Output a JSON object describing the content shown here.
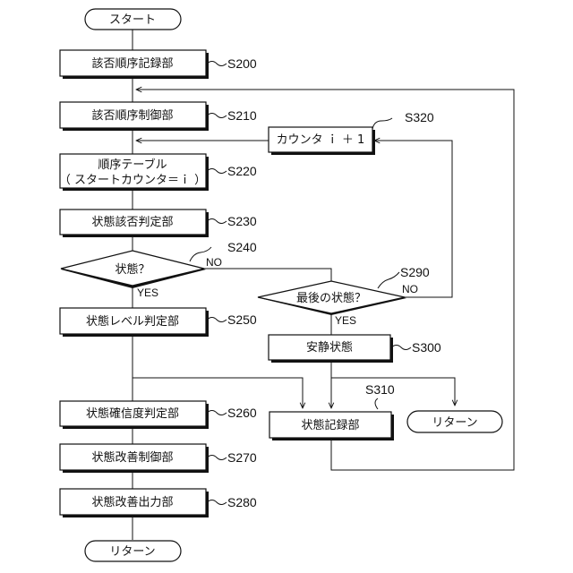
{
  "nodes": {
    "start": "スタート",
    "s200": "該否順序記録部",
    "s210": "該否順序制御部",
    "s220_line1": "順序テーブル",
    "s220_line2": "（ スタートカウンタ＝ｉ ）",
    "s230": "状態該否判定部",
    "s240": "状態？",
    "s250": "状態レベル判定部",
    "s260": "状態確信度判定部",
    "s270": "状態改善制御部",
    "s280": "状態改善出力部",
    "end_left": "リターン",
    "s290": "最後の状態？",
    "s300": "安静状態",
    "s310": "状態記録部",
    "end_right": "リターン",
    "s320": "カウンタ ｉ ＋ 1"
  },
  "step_labels": {
    "s200": "S200",
    "s210": "S210",
    "s220": "S220",
    "s230": "S230",
    "s240": "S240",
    "s250": "S250",
    "s260": "S260",
    "s270": "S270",
    "s280": "S280",
    "s290": "S290",
    "s300": "S300",
    "s310": "S310",
    "s320": "S320"
  },
  "branches": {
    "s240_no": "NO",
    "s240_yes": "YES",
    "s290_no": "NO",
    "s290_yes": "YES"
  }
}
